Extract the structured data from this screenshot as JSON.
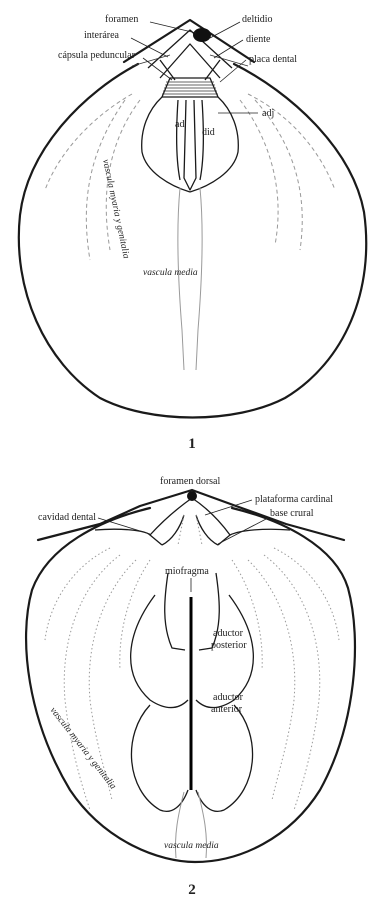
{
  "figure1": {
    "number": "1",
    "labels": {
      "foramen": "foramen",
      "deltidio": "deltidio",
      "interarea": "interárea",
      "diente": "diente",
      "capsula": "cápsula peduncular",
      "placa": "placa dental",
      "adj": "adj",
      "ad": "ad",
      "did": "did",
      "vascula_myaria": "vascula myaria y genitalia",
      "vascula_media": "vascula media"
    }
  },
  "figure2": {
    "number": "2",
    "labels": {
      "foramen_dorsal": "foramen dorsal",
      "plataforma": "plataforma cardinal",
      "cavidad": "cavidad dental",
      "base_crural": "base crural",
      "miofragma": "miofragma",
      "aductor_posterior_1": "aductor",
      "aductor_posterior_2": "posterior",
      "aductor_anterior_1": "aductor",
      "aductor_anterior_2": "anterior",
      "vascula_myaria": "vascula myaria y genitalia",
      "vascula_media": "vascula media"
    }
  }
}
